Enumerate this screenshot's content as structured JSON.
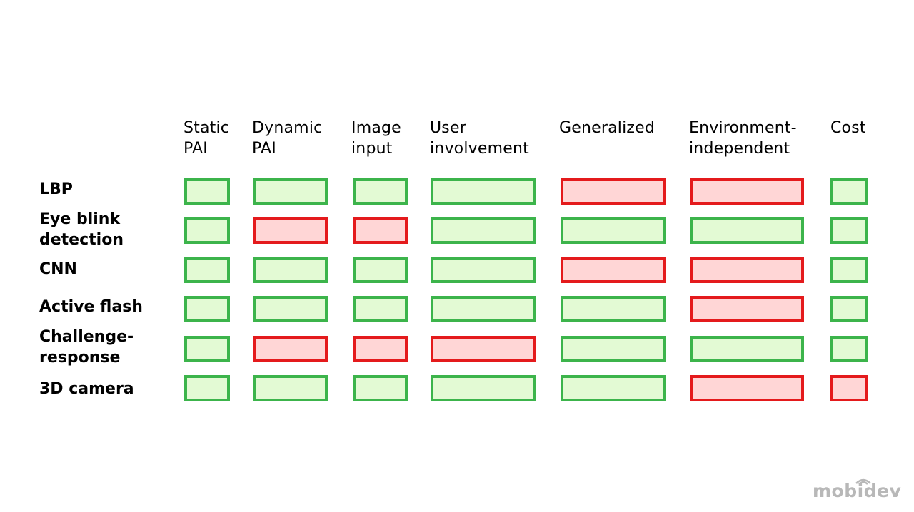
{
  "chart_data": {
    "type": "table",
    "columns": [
      "Static\nPAI",
      "Dynamic\nPAI",
      "Image\ninput",
      "User\ninvolvement",
      "Generalized",
      "Environment-\nindependent",
      "Cost"
    ],
    "rows": [
      {
        "label": "LBP",
        "values": [
          "yes",
          "yes",
          "yes",
          "yes",
          "no",
          "no",
          "yes"
        ]
      },
      {
        "label": "Eye blink\ndetection",
        "values": [
          "yes",
          "no",
          "no",
          "yes",
          "yes",
          "yes",
          "yes"
        ]
      },
      {
        "label": "CNN",
        "values": [
          "yes",
          "yes",
          "yes",
          "yes",
          "no",
          "no",
          "yes"
        ]
      },
      {
        "label": "Active flash",
        "values": [
          "yes",
          "yes",
          "yes",
          "yes",
          "yes",
          "no",
          "yes"
        ]
      },
      {
        "label": "Challenge-\nresponse",
        "values": [
          "yes",
          "no",
          "no",
          "no",
          "yes",
          "yes",
          "yes"
        ]
      },
      {
        "label": "3D camera",
        "values": [
          "yes",
          "yes",
          "yes",
          "yes",
          "yes",
          "no",
          "no"
        ]
      }
    ],
    "legend": {
      "yes": {
        "border": "#3cb44b",
        "fill": "#e3fad4"
      },
      "no": {
        "border": "#e41a1c",
        "fill": "#ffd6d6"
      }
    }
  },
  "brand": {
    "logo_text": "mobidev",
    "logo_color": "#b8b8b8"
  }
}
